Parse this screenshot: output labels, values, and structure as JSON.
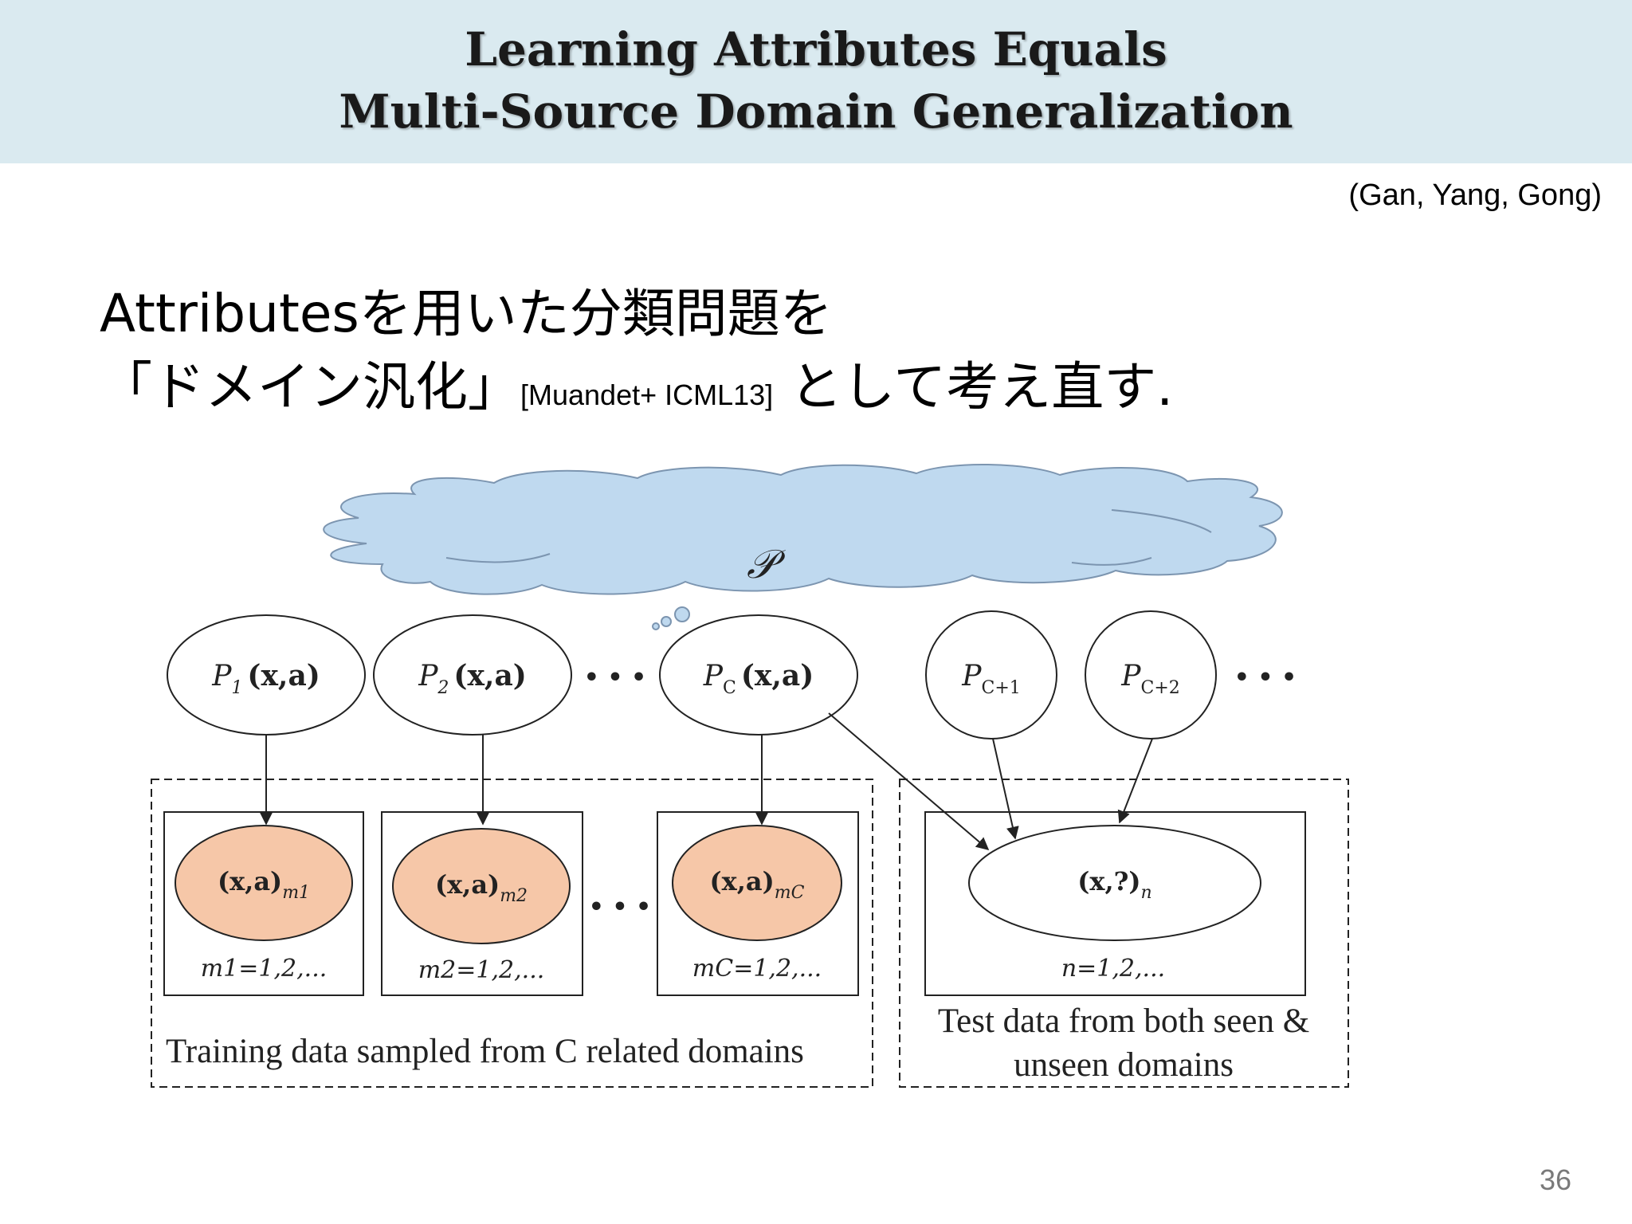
{
  "title": {
    "line1": "Learning Attributes Equals",
    "line2": "Multi-Source Domain Generalization"
  },
  "authors": "(Gan, Yang, Gong)",
  "body": {
    "line1": "Attributesを用いた分類問題を",
    "line2_pre": "「ドメイン汎化」",
    "line2_cite": "[Muandet+ ICML13]",
    "line2_post": "として考え直す."
  },
  "diagram": {
    "cloud_label": "𝒫",
    "dist_nodes": [
      {
        "base": "P",
        "sub": "1",
        "args": "(x,a)"
      },
      {
        "base": "P",
        "sub": "2",
        "args": "(x,a)"
      },
      {
        "base": "P",
        "sub": "C",
        "args": "(x,a)"
      },
      {
        "base": "P",
        "sub": "C+1",
        "args": ""
      },
      {
        "base": "P",
        "sub": "C+2",
        "args": ""
      }
    ],
    "ellipsis": "• • •",
    "train_samples": [
      {
        "expr": "(x,a)",
        "sub": "m1",
        "range": "m1=1,2,..."
      },
      {
        "expr": "(x,a)",
        "sub": "m2",
        "range": "m2=1,2,..."
      },
      {
        "expr": "(x,a)",
        "sub": "mC",
        "range": "mC=1,2,..."
      }
    ],
    "test_sample": {
      "expr": "(x,?)",
      "sub": "n",
      "range": "n=1,2,..."
    },
    "train_caption": "Training data sampled from C related domains",
    "test_caption_1": "Test data from both seen &",
    "test_caption_2": "unseen domains",
    "colors": {
      "cloud": "#bfd9ef",
      "sample_fill": "#f6c7a8"
    }
  },
  "page_number": "36"
}
